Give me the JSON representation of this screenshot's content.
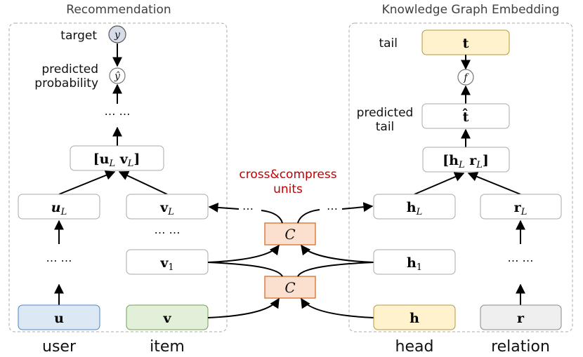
{
  "panels": {
    "recommendation": {
      "title": "Recommendation"
    },
    "kge": {
      "title": "Knowledge Graph Embedding"
    }
  },
  "labels": {
    "target": "target",
    "predicted_probability": [
      "predicted",
      "probability"
    ],
    "tail": "tail",
    "predicted_tail": [
      "predicted",
      "tail"
    ],
    "cross_compress": [
      "cross&compress",
      "units"
    ],
    "user": "user",
    "item": "item",
    "head": "head",
    "relation": "relation"
  },
  "nodes": {
    "y": "y",
    "y_hat": "ŷ",
    "f": "f",
    "concat_uv": {
      "open": "[",
      "a": "u",
      "a_sub": "L",
      "b": "v",
      "b_sub": "L",
      "close": "]"
    },
    "concat_hr": {
      "open": "[",
      "a": "h",
      "a_sub": "L",
      "b": "r",
      "b_sub": "L",
      "close": "]"
    },
    "uL": {
      "main": "u",
      "sub": "L"
    },
    "vL": {
      "main": "v",
      "sub": "L"
    },
    "v1": {
      "main": "v",
      "sub": "1"
    },
    "hL": {
      "main": "h",
      "sub": "L"
    },
    "rL": {
      "main": "r",
      "sub": "L"
    },
    "h1": {
      "main": "h",
      "sub": "1"
    },
    "t": "t",
    "t_hat": "t̂",
    "u": "u",
    "v": "v",
    "h": "h",
    "r": "r",
    "C_top": "C",
    "C_bottom": "C"
  },
  "ellipsis": "⋯ ⋯",
  "ellipsis_short": "⋯",
  "colors": {
    "user_fill": "#dde8f5",
    "user_stroke": "#4a86c8",
    "item_fill": "#e2efd9",
    "item_stroke": "#70a050",
    "entity_fill": "#fff2cc",
    "entity_stroke": "#b8973a",
    "relation_fill": "#efefef",
    "relation_stroke": "#888888",
    "cc_fill": "#fbe0d0",
    "cc_stroke": "#d9773a",
    "target_fill": "#d6dce8",
    "accent_text": "#c00000"
  }
}
